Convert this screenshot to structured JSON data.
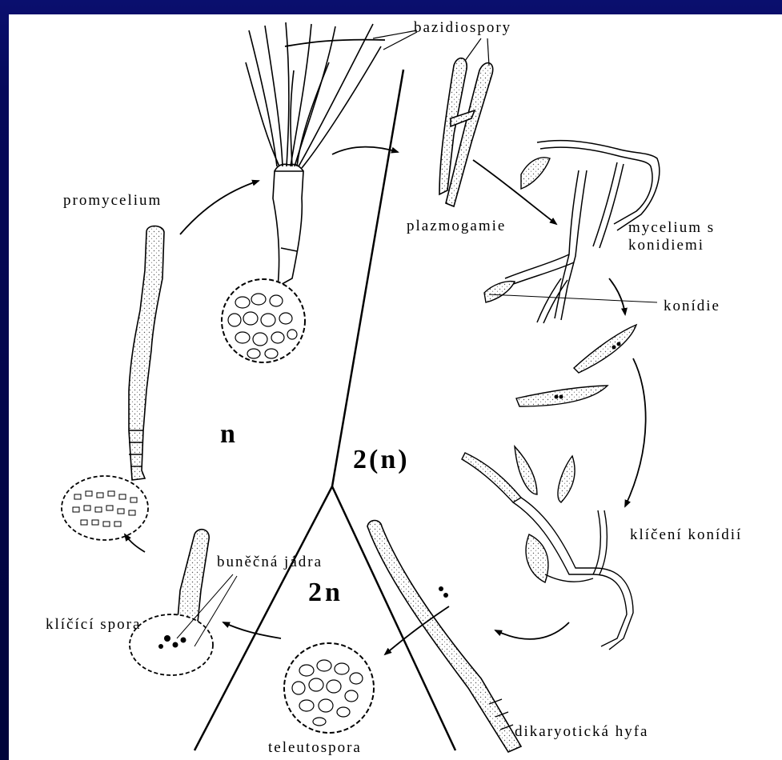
{
  "labels": {
    "bazidiospory": "bazidiospory",
    "promycelium": "promycelium",
    "plazmogamie": "plazmogamie",
    "mycelium_line1": "mycelium s",
    "mycelium_line2": "konidiemi",
    "konidie": "konídie",
    "kliceni_konidii": "klíčení konídií",
    "bunecna_jadra": "buněčná jádra",
    "klicici_spora": "klíčící spora",
    "teleutospora": "teleutospora",
    "dikaryoticka_hyfa": "dikaryotická hyfa"
  },
  "phases": {
    "haploid": "n",
    "dikaryotic": "2(n)",
    "diploid": "2n"
  },
  "colors": {
    "frame": "#00033a",
    "ink": "#000000",
    "stipple": "#555555"
  }
}
